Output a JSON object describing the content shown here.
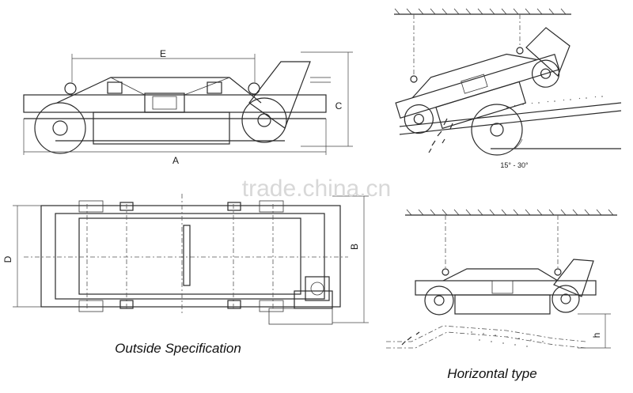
{
  "labels": {
    "dim_a": "A",
    "dim_b": "B",
    "dim_c": "C",
    "dim_d": "D",
    "dim_e": "E",
    "dim_h": "h",
    "angle": "15° - 30°"
  },
  "captions": {
    "outside_specification": "Outside Specification",
    "horizontal_type": "Horizontal type"
  },
  "watermark": "trade.china.cn",
  "colors": {
    "line": "#2a2a2a",
    "watermark": "#d8d8d8",
    "background": "#ffffff"
  }
}
